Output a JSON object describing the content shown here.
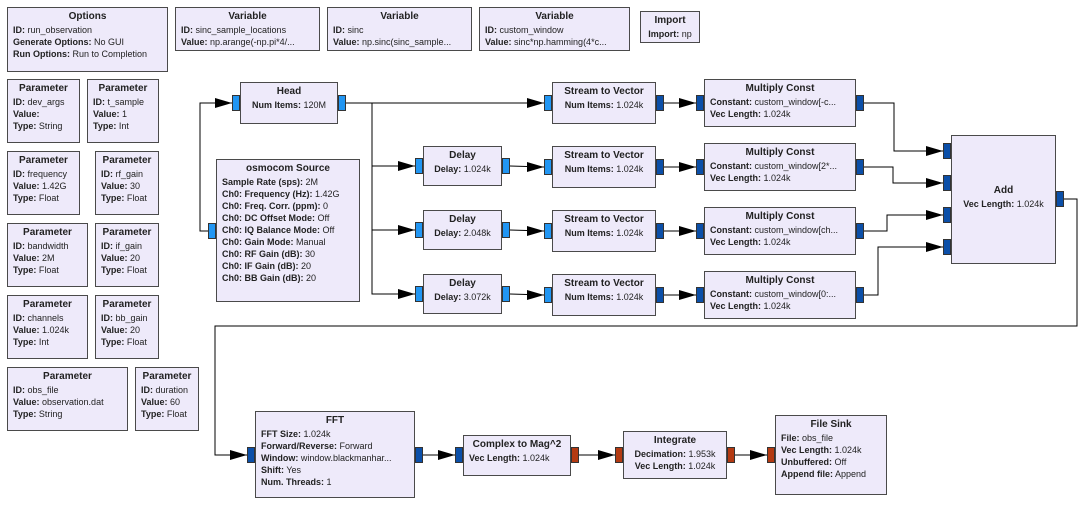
{
  "colors": {
    "block_fill": "#eeeafa",
    "block_border": "#4a4a4a",
    "port_stream": "#2196f3",
    "port_complex_vector": "#0b4fa8",
    "port_float_vector": "#b33a12",
    "wire": "#000000"
  },
  "blocks": {
    "options": {
      "title": "Options",
      "rows": [
        {
          "k": "ID:",
          "v": "run_observation"
        },
        {
          "k": "Generate Options:",
          "v": "No GUI"
        },
        {
          "k": "Run Options:",
          "v": "Run to Completion"
        }
      ]
    },
    "var1": {
      "title": "Variable",
      "rows": [
        {
          "k": "ID:",
          "v": "sinc_sample_locations"
        },
        {
          "k": "Value:",
          "v": "np.arange(-np.pi*4/..."
        }
      ]
    },
    "var2": {
      "title": "Variable",
      "rows": [
        {
          "k": "ID:",
          "v": "sinc"
        },
        {
          "k": "Value:",
          "v": "np.sinc(sinc_sample..."
        }
      ]
    },
    "var3": {
      "title": "Variable",
      "rows": [
        {
          "k": "ID:",
          "v": "custom_window"
        },
        {
          "k": "Value:",
          "v": "sinc*np.hamming(4*c..."
        }
      ]
    },
    "import": {
      "title": "Import",
      "rows": [
        {
          "k": "Import:",
          "v": "np"
        }
      ]
    },
    "p_dev_args": {
      "title": "Parameter",
      "rows": [
        {
          "k": "ID:",
          "v": "dev_args"
        },
        {
          "k": "Value:",
          "v": ""
        },
        {
          "k": "Type:",
          "v": "String"
        }
      ]
    },
    "p_t_sample": {
      "title": "Parameter",
      "rows": [
        {
          "k": "ID:",
          "v": "t_sample"
        },
        {
          "k": "Value:",
          "v": "1"
        },
        {
          "k": "Type:",
          "v": "Int"
        }
      ]
    },
    "p_frequency": {
      "title": "Parameter",
      "rows": [
        {
          "k": "ID:",
          "v": "frequency"
        },
        {
          "k": "Value:",
          "v": "1.42G"
        },
        {
          "k": "Type:",
          "v": "Float"
        }
      ]
    },
    "p_rf_gain": {
      "title": "Parameter",
      "rows": [
        {
          "k": "ID:",
          "v": "rf_gain"
        },
        {
          "k": "Value:",
          "v": "30"
        },
        {
          "k": "Type:",
          "v": "Float"
        }
      ]
    },
    "p_bandwidth": {
      "title": "Parameter",
      "rows": [
        {
          "k": "ID:",
          "v": "bandwidth"
        },
        {
          "k": "Value:",
          "v": "2M"
        },
        {
          "k": "Type:",
          "v": "Float"
        }
      ]
    },
    "p_if_gain": {
      "title": "Parameter",
      "rows": [
        {
          "k": "ID:",
          "v": "if_gain"
        },
        {
          "k": "Value:",
          "v": "20"
        },
        {
          "k": "Type:",
          "v": "Float"
        }
      ]
    },
    "p_channels": {
      "title": "Parameter",
      "rows": [
        {
          "k": "ID:",
          "v": "channels"
        },
        {
          "k": "Value:",
          "v": "1.024k"
        },
        {
          "k": "Type:",
          "v": "Int"
        }
      ]
    },
    "p_bb_gain": {
      "title": "Parameter",
      "rows": [
        {
          "k": "ID:",
          "v": "bb_gain"
        },
        {
          "k": "Value:",
          "v": "20"
        },
        {
          "k": "Type:",
          "v": "Float"
        }
      ]
    },
    "p_obs_file": {
      "title": "Parameter",
      "rows": [
        {
          "k": "ID:",
          "v": "obs_file"
        },
        {
          "k": "Value:",
          "v": "observation.dat"
        },
        {
          "k": "Type:",
          "v": "String"
        }
      ]
    },
    "p_duration": {
      "title": "Parameter",
      "rows": [
        {
          "k": "ID:",
          "v": "duration"
        },
        {
          "k": "Value:",
          "v": "60"
        },
        {
          "k": "Type:",
          "v": "Float"
        }
      ]
    },
    "head": {
      "title": "Head",
      "rows": [
        {
          "k": "Num Items:",
          "v": "120M"
        }
      ]
    },
    "osmocom": {
      "title": "osmocom Source",
      "rows": [
        {
          "k": "Sample Rate (sps):",
          "v": "2M"
        },
        {
          "k": "Ch0: Frequency (Hz):",
          "v": "1.42G"
        },
        {
          "k": "Ch0: Freq. Corr. (ppm):",
          "v": "0"
        },
        {
          "k": "Ch0: DC Offset Mode:",
          "v": "Off"
        },
        {
          "k": "Ch0: IQ Balance Mode:",
          "v": "Off"
        },
        {
          "k": "Ch0: Gain Mode:",
          "v": "Manual"
        },
        {
          "k": "Ch0: RF Gain (dB):",
          "v": "30"
        },
        {
          "k": "Ch0: IF Gain (dB):",
          "v": "20"
        },
        {
          "k": "Ch0: BB Gain (dB):",
          "v": "20"
        }
      ]
    },
    "delay1": {
      "title": "Delay",
      "rows": [
        {
          "k": "Delay:",
          "v": "1.024k"
        }
      ]
    },
    "delay2": {
      "title": "Delay",
      "rows": [
        {
          "k": "Delay:",
          "v": "2.048k"
        }
      ]
    },
    "delay3": {
      "title": "Delay",
      "rows": [
        {
          "k": "Delay:",
          "v": "3.072k"
        }
      ]
    },
    "s2v1": {
      "title": "Stream to Vector",
      "rows": [
        {
          "k": "Num Items:",
          "v": "1.024k"
        }
      ]
    },
    "s2v2": {
      "title": "Stream to Vector",
      "rows": [
        {
          "k": "Num Items:",
          "v": "1.024k"
        }
      ]
    },
    "s2v3": {
      "title": "Stream to Vector",
      "rows": [
        {
          "k": "Num Items:",
          "v": "1.024k"
        }
      ]
    },
    "s2v4": {
      "title": "Stream to Vector",
      "rows": [
        {
          "k": "Num Items:",
          "v": "1.024k"
        }
      ]
    },
    "mc1": {
      "title": "Multiply Const",
      "rows": [
        {
          "k": "Constant:",
          "v": "custom_window[-c..."
        },
        {
          "k": "Vec Length:",
          "v": "1.024k"
        }
      ]
    },
    "mc2": {
      "title": "Multiply Const",
      "rows": [
        {
          "k": "Constant:",
          "v": "custom_window[2*..."
        },
        {
          "k": "Vec Length:",
          "v": "1.024k"
        }
      ]
    },
    "mc3": {
      "title": "Multiply Const",
      "rows": [
        {
          "k": "Constant:",
          "v": "custom_window[ch..."
        },
        {
          "k": "Vec Length:",
          "v": "1.024k"
        }
      ]
    },
    "mc4": {
      "title": "Multiply Const",
      "rows": [
        {
          "k": "Constant:",
          "v": "custom_window[0:..."
        },
        {
          "k": "Vec Length:",
          "v": "1.024k"
        }
      ]
    },
    "add": {
      "title": "Add",
      "rows": [
        {
          "k": "Vec Length:",
          "v": "1.024k"
        }
      ]
    },
    "fft": {
      "title": "FFT",
      "rows": [
        {
          "k": "FFT Size:",
          "v": "1.024k"
        },
        {
          "k": "Forward/Reverse:",
          "v": "Forward"
        },
        {
          "k": "Window:",
          "v": "window.blackmanhar..."
        },
        {
          "k": "Shift:",
          "v": "Yes"
        },
        {
          "k": "Num. Threads:",
          "v": "1"
        }
      ]
    },
    "c2mag": {
      "title": "Complex to Mag^2",
      "rows": [
        {
          "k": "Vec Length:",
          "v": "1.024k"
        }
      ]
    },
    "integrate": {
      "title": "Integrate",
      "rows": [
        {
          "k": "Decimation:",
          "v": "1.953k"
        },
        {
          "k": "Vec Length:",
          "v": "1.024k"
        }
      ]
    },
    "filesink": {
      "title": "File Sink",
      "rows": [
        {
          "k": "File:",
          "v": "obs_file"
        },
        {
          "k": "Vec Length:",
          "v": "1.024k"
        },
        {
          "k": "Unbuffered:",
          "v": "Off"
        },
        {
          "k": "Append file:",
          "v": "Append"
        }
      ]
    }
  }
}
